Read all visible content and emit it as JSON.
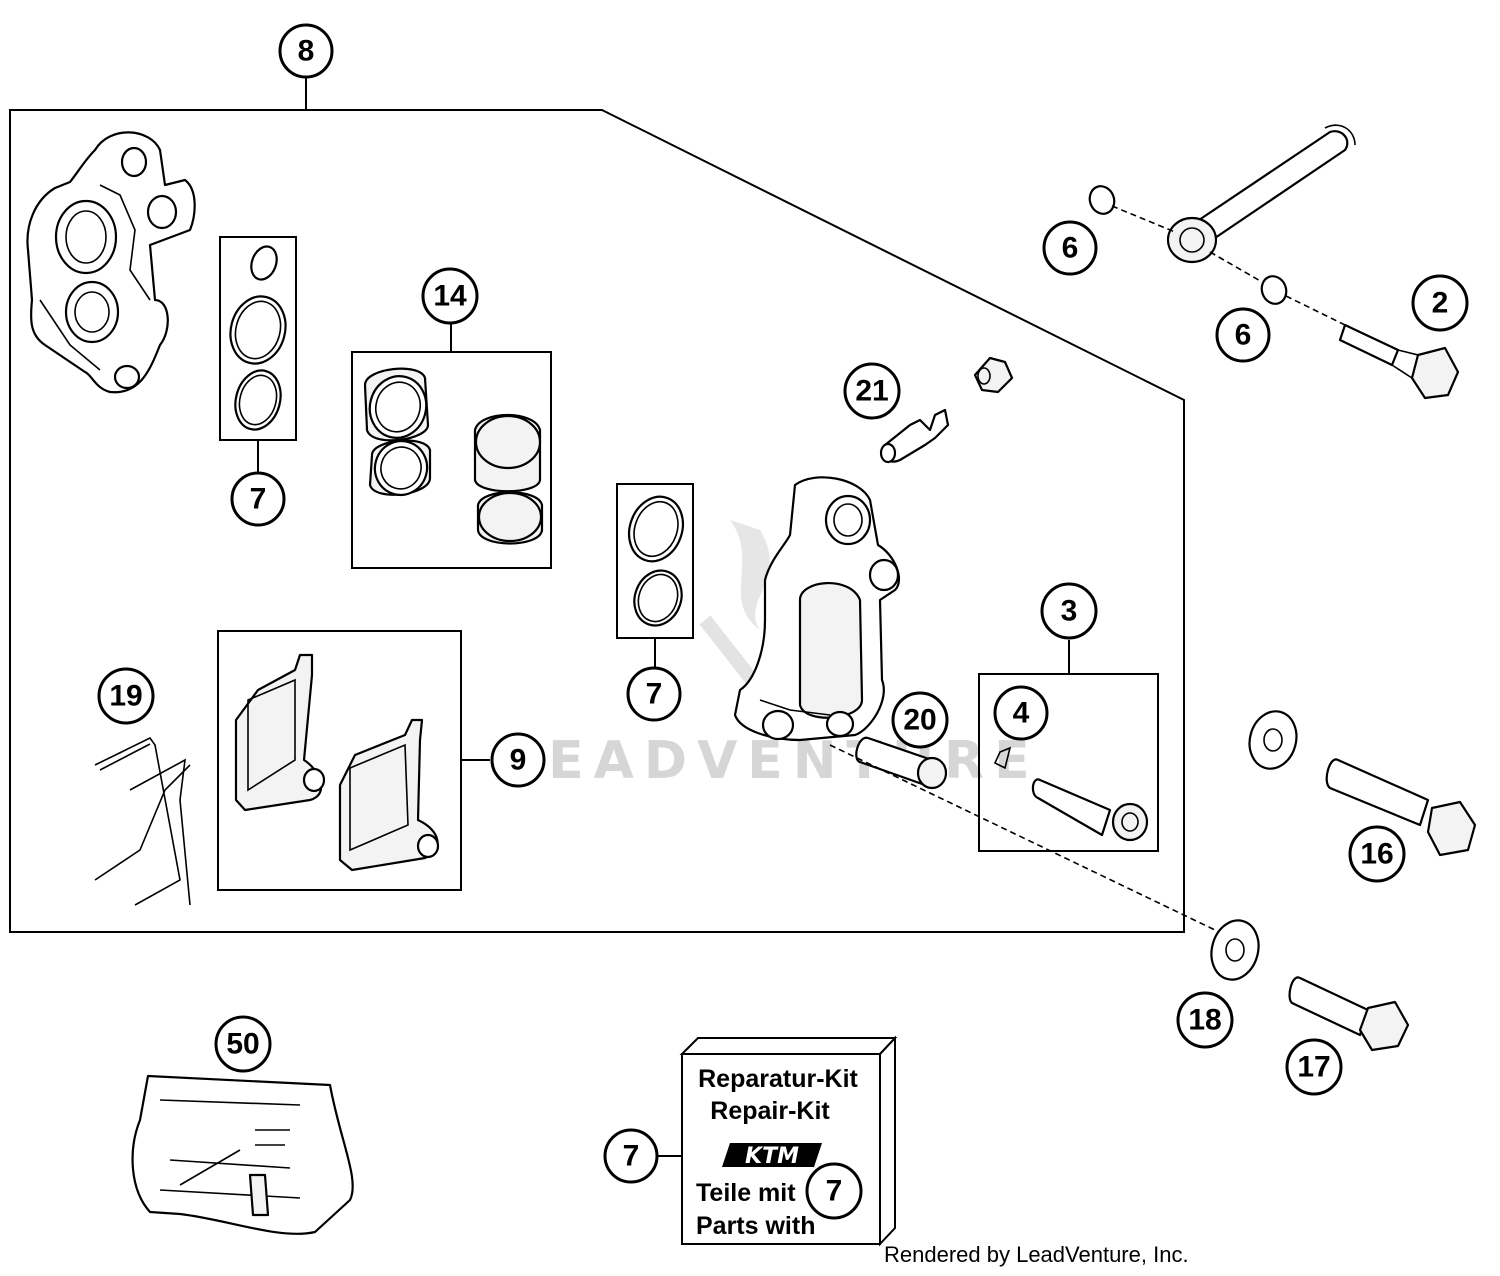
{
  "callouts": [
    {
      "id": "c8",
      "label": "8"
    },
    {
      "id": "c6a",
      "label": "6"
    },
    {
      "id": "c6b",
      "label": "6"
    },
    {
      "id": "c2",
      "label": "2"
    },
    {
      "id": "c14",
      "label": "14"
    },
    {
      "id": "c21",
      "label": "21"
    },
    {
      "id": "c7a",
      "label": "7"
    },
    {
      "id": "c7b",
      "label": "7"
    },
    {
      "id": "c3",
      "label": "3"
    },
    {
      "id": "c19",
      "label": "19"
    },
    {
      "id": "c9",
      "label": "9"
    },
    {
      "id": "c20",
      "label": "20"
    },
    {
      "id": "c4",
      "label": "4"
    },
    {
      "id": "c16",
      "label": "16"
    },
    {
      "id": "c18",
      "label": "18"
    },
    {
      "id": "c17",
      "label": "17"
    },
    {
      "id": "c50",
      "label": "50"
    },
    {
      "id": "c7c",
      "label": "7"
    },
    {
      "id": "c7d",
      "label": "7"
    }
  ],
  "repair_kit": {
    "line1": "Reparatur-Kit",
    "line2": "Repair-Kit",
    "logo": "KTM",
    "line3": "Teile mit",
    "line4": "Parts with"
  },
  "watermark": "LEADVENTURE",
  "credit": "Rendered by LeadVenture, Inc."
}
